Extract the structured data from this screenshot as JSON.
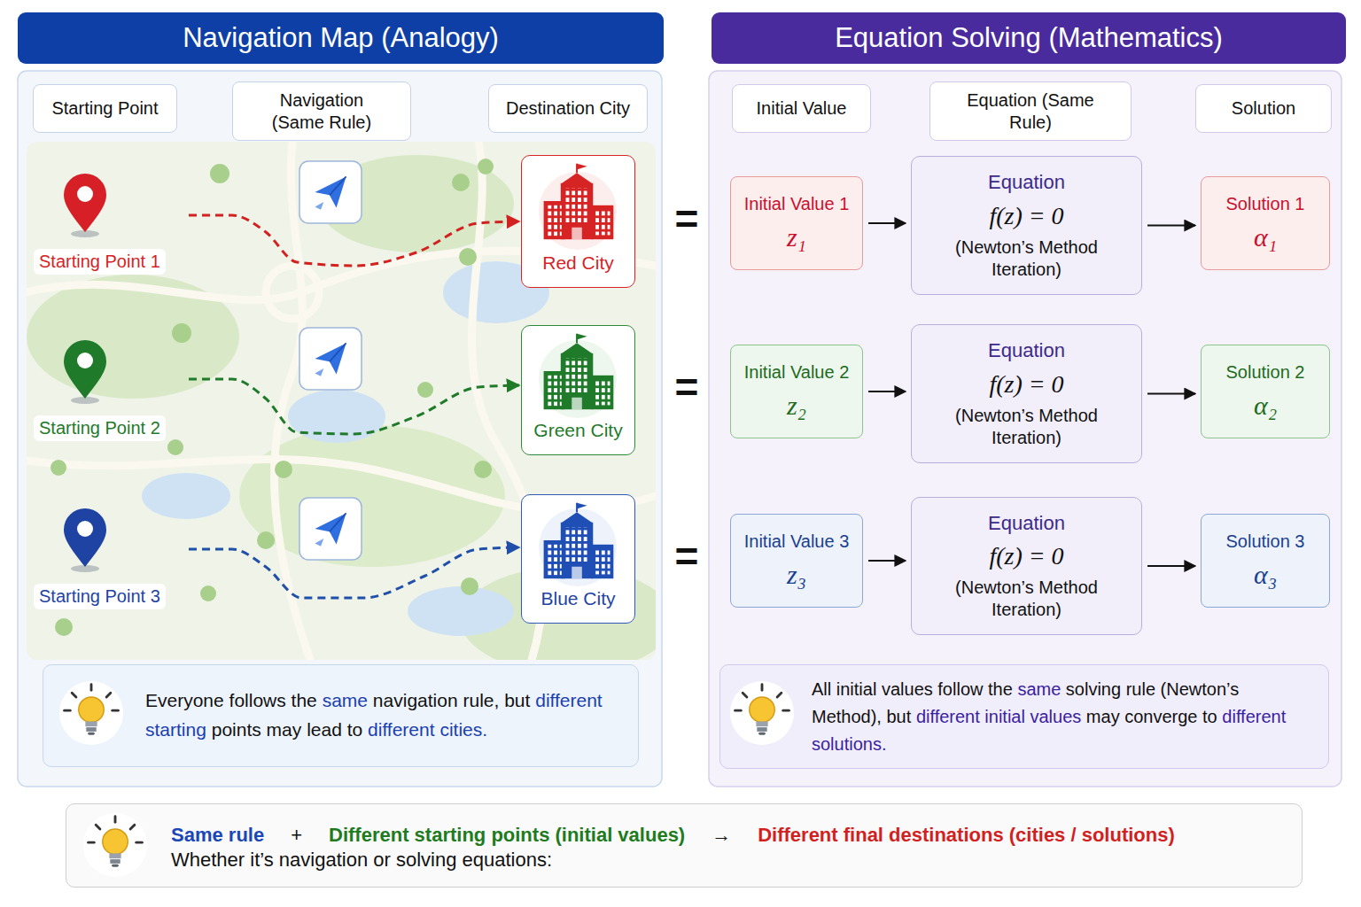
{
  "diagram": {
    "nodes": [
      {
        "text": [
          "Navigation Map (Analogy)"
        ]
      },
      {
        "text": [
          "Starting Point"
        ],
        "in": 0
      },
      {
        "text": [
          "Navigation (Same Rule)"
        ],
        "in": 0
      },
      {
        "text": [
          "Destination City"
        ],
        "in": 0
      },
      {
        "text": [
          "Starting Point 1"
        ],
        "in": 0
      },
      {
        "text": [
          "Red City"
        ],
        "in": 0
      },
      {
        "text": [
          "Starting Point 2"
        ],
        "in": 0
      },
      {
        "text": [
          "Green City"
        ],
        "in": 0
      },
      {
        "text": [
          "Starting Point 3"
        ],
        "in": 0
      },
      {
        "text": [
          "Blue City"
        ],
        "in": 0
      },
      {
        "text": [
          "Everyone follows the same navigation rule, but different starting points may lead to different cities."
        ],
        "in": 0
      },
      {
        "text": [
          "Equation Solving (Mathematics)"
        ]
      },
      {
        "text": [
          "Initial Value"
        ],
        "in": 11
      },
      {
        "text": [
          "Equation (Same Rule)"
        ],
        "in": 11
      },
      {
        "text": [
          "Solution"
        ],
        "in": 11
      },
      {
        "text": [
          "Initial Value 1",
          "z₁"
        ],
        "in": 11
      },
      {
        "text": [
          "Equation",
          "f(z) = 0",
          "(Newton’s Method Iteration)"
        ],
        "in": 11
      },
      {
        "text": [
          "Solution 1",
          "α₁"
        ],
        "in": 11
      },
      {
        "text": [
          "Initial Value 2",
          "z₂"
        ],
        "in": 11
      },
      {
        "text": [
          "Equation",
          "f(z) = 0",
          "(Newton’s Method Iteration)"
        ],
        "in": 11
      },
      {
        "text": [
          "Solution 2",
          "α₂"
        ],
        "in": 11
      },
      {
        "text": [
          "Initial Value 3",
          "z₃"
        ],
        "in": 11
      },
      {
        "text": [
          "Equation",
          "f(z) = 0",
          "(Newton’s Method Iteration)"
        ],
        "in": 11
      },
      {
        "text": [
          "Solution 3",
          "α₃"
        ],
        "in": 11
      },
      {
        "text": [
          "All initial values follow the same solving rule (Newton’s Method), but different initial values may converge to different solutions."
        ],
        "in": 11
      },
      {
        "text": [
          "Whether it’s navigation or solving equations:",
          "Same rule",
          "+",
          "Different starting points (initial values)",
          "→",
          "Different final destinations (cities / solutions)"
        ]
      }
    ],
    "edges": [
      {
        "from": 4,
        "to": 5,
        "arrow": "to"
      },
      {
        "from": 6,
        "to": 7,
        "arrow": "to"
      },
      {
        "from": 8,
        "to": 9,
        "arrow": "to"
      },
      {
        "from": 15,
        "to": 16,
        "arrow": "to"
      },
      {
        "from": 16,
        "to": 17,
        "arrow": "to"
      },
      {
        "from": 18,
        "to": 19,
        "arrow": "to"
      },
      {
        "from": 19,
        "to": 20,
        "arrow": "to"
      },
      {
        "from": 21,
        "to": 22,
        "arrow": "to"
      },
      {
        "from": 22,
        "to": 23,
        "arrow": "to"
      }
    ],
    "labels": [
      "=",
      "=",
      "="
    ]
  }
}
